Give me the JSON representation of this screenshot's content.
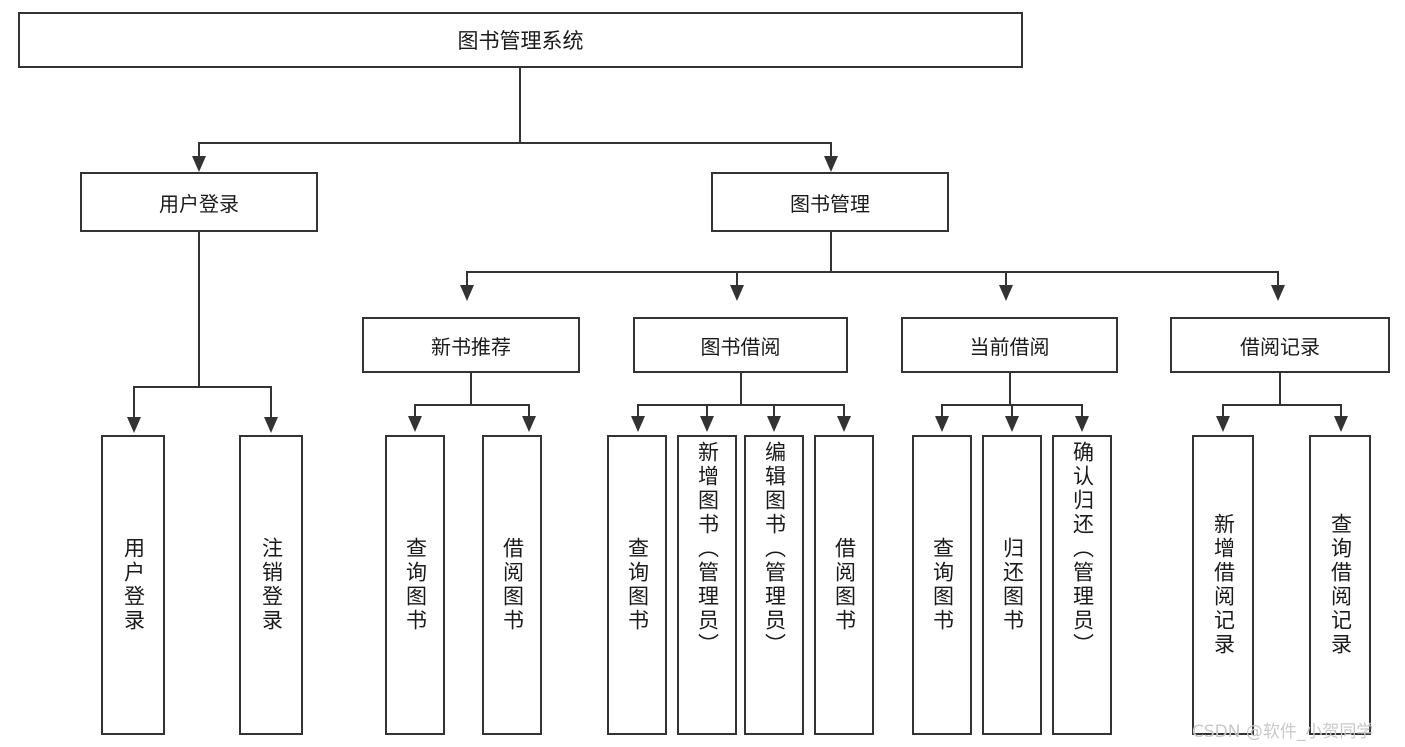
{
  "diagram": {
    "title": "图书管理系统",
    "root": {
      "label": "图书管理系统"
    },
    "level2": [
      {
        "label": "用户登录"
      },
      {
        "label": "图书管理"
      }
    ],
    "level3": [
      {
        "label": "新书推荐"
      },
      {
        "label": "图书借阅"
      },
      {
        "label": "当前借阅"
      },
      {
        "label": "借阅记录"
      }
    ],
    "leaves": {
      "user_login": [
        {
          "label": "用户登录"
        },
        {
          "label": "注销登录"
        }
      ],
      "new_book_recommend": [
        {
          "label": "查询图书"
        },
        {
          "label": "借阅图书"
        }
      ],
      "book_borrow": [
        {
          "label": "查询图书"
        },
        {
          "label": "新增图书（管理员）"
        },
        {
          "label": "编辑图书（管理员）"
        },
        {
          "label": "借阅图书"
        }
      ],
      "current_borrow": [
        {
          "label": "查询图书"
        },
        {
          "label": "归还图书"
        },
        {
          "label": "确认归还（管理员）"
        }
      ],
      "borrow_record": [
        {
          "label": "新增借阅记录"
        },
        {
          "label": "查询借阅记录"
        }
      ]
    }
  },
  "watermark": {
    "text": "CSDN @软件_小贺同学"
  },
  "colors": {
    "stroke": "#333333",
    "background": "#ffffff",
    "text": "#1a1a1a",
    "watermark": "#c8c8c8"
  }
}
